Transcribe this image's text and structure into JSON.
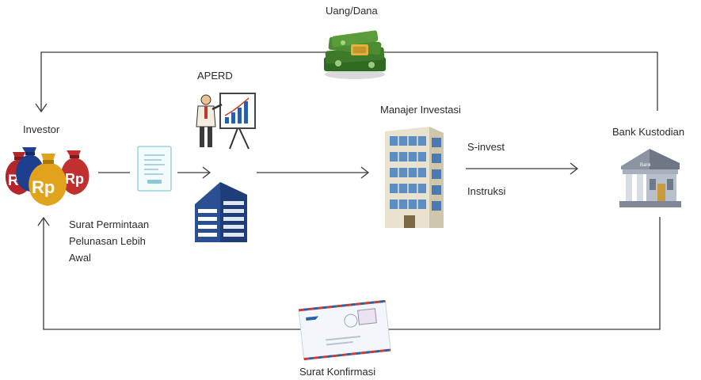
{
  "labels": {
    "top_flow": "Uang/Dana",
    "investor": "Investor",
    "aperd": "APERD",
    "manajer": "Manajer Investasi",
    "bank": "Bank Kustodian",
    "sinvest": "S-invest",
    "instruksi": "Instruksi",
    "surat_line1": "Surat Permintaan",
    "surat_line2": "Pelunasan Lebih",
    "surat_line3": "Awal",
    "bottom_flow": "Surat Konfirmasi"
  },
  "investor_bags": [
    "Rp",
    "Rp",
    "Rp"
  ],
  "colors": {
    "line": "#3a3a3a",
    "bag_red": "#b3262b",
    "bag_blue": "#1e3f8f",
    "bag_gold": "#e1a21c",
    "building_blue": "#2b4f93",
    "money_green": "#3d7a2a"
  },
  "icons": [
    "money-stack-icon",
    "investor-money-bags-icon",
    "document-icon",
    "presenter-chart-icon",
    "office-building-icon",
    "skyscraper-icon",
    "bank-icon",
    "envelope-icon"
  ]
}
